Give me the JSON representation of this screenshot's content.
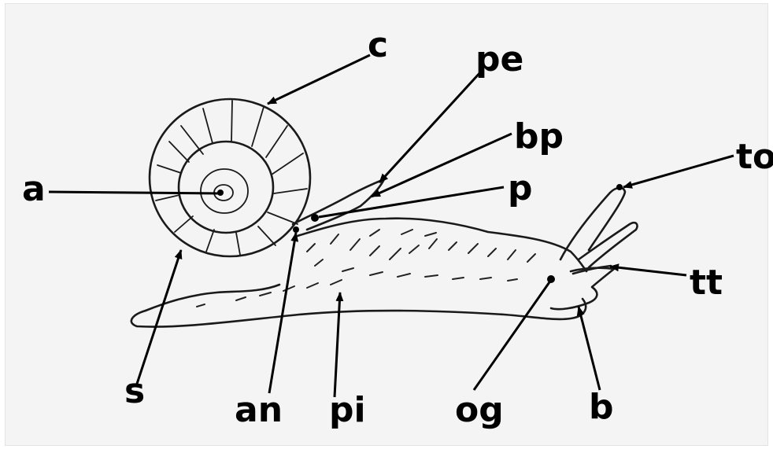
{
  "figure": {
    "labels": {
      "c": "c",
      "pe": "pe",
      "bp": "bp",
      "to": "to",
      "a": "a",
      "p": "p",
      "tt": "tt",
      "s": "s",
      "an": "an",
      "pi": "pi",
      "og": "og",
      "b": "b"
    }
  }
}
